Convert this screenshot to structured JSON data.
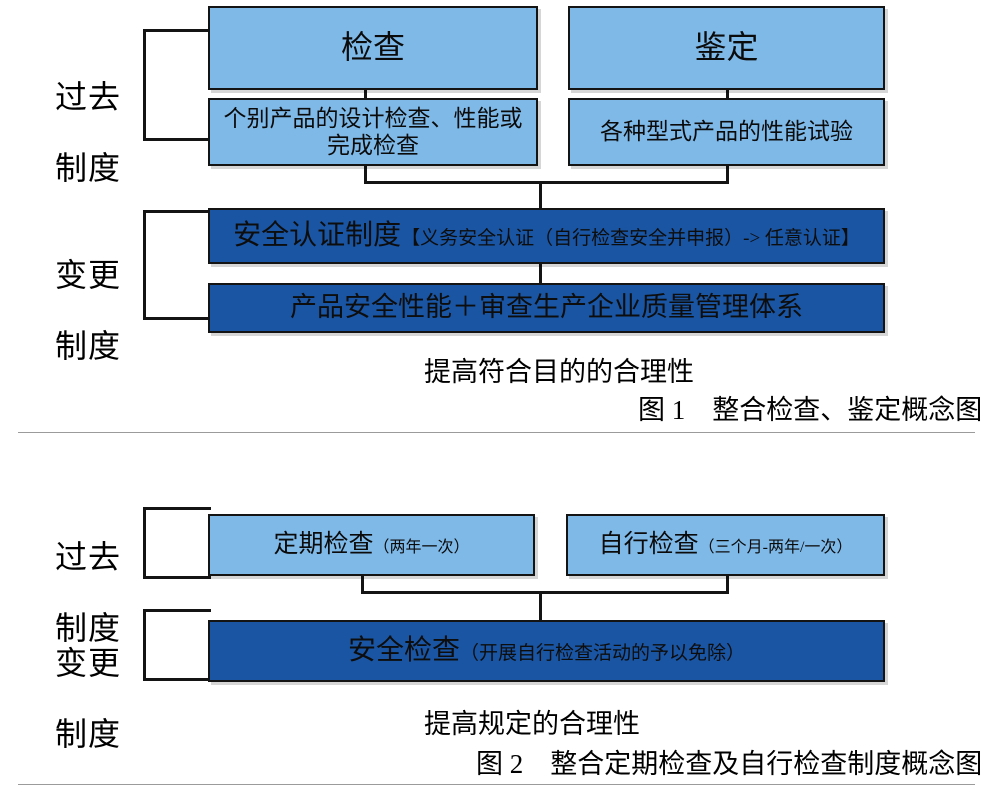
{
  "figure1": {
    "side_labels": [
      {
        "id": "past-system",
        "line1": "过去",
        "line2": "制度"
      },
      {
        "id": "changed-system",
        "line1": "变更",
        "line2": "制度"
      }
    ],
    "boxes": [
      {
        "id": "inspection",
        "text": "检查",
        "style": "light"
      },
      {
        "id": "appraisal",
        "text": "鉴定",
        "style": "light"
      },
      {
        "id": "individual-product-inspection",
        "text": "个别产品的设计检查、性能或完成检查",
        "style": "light"
      },
      {
        "id": "type-product-performance-test",
        "text": "各种型式产品的性能试验",
        "style": "light"
      },
      {
        "id": "safety-certification-system",
        "text_main": "安全认证制度",
        "text_note": "【义务安全认证（自行检查安全并申报）-> 任意认证】",
        "style": "dark"
      },
      {
        "id": "product-safety-quality-system",
        "text": "产品安全性能＋审查生产企业质量管理体系",
        "style": "dark"
      }
    ],
    "subtitle": "提高符合目的的合理性",
    "caption": "图 1　整合检查、鉴定概念图"
  },
  "figure2": {
    "side_labels": [
      {
        "id": "past-system",
        "line1": "过去",
        "line2": "制度"
      },
      {
        "id": "changed-system",
        "line1": "变更",
        "line2": "制度"
      }
    ],
    "boxes": [
      {
        "id": "periodic-inspection",
        "text_main": "定期检查",
        "text_note": "（两年一次）",
        "style": "light"
      },
      {
        "id": "self-inspection",
        "text_main": "自行检查",
        "text_note": "（三个月-两年/一次）",
        "style": "light"
      },
      {
        "id": "safety-inspection",
        "text_main": "安全检查",
        "text_note": "（开展自行检查活动的予以免除）",
        "style": "dark"
      }
    ],
    "subtitle": "提高规定的合理性",
    "caption": "图 2　整合定期检查及自行检查制度概念图"
  },
  "colors": {
    "light_blue": "#7fb9e8",
    "dark_blue": "#1a55a3",
    "outline": "#141414",
    "divider": "#9b9b9b"
  }
}
